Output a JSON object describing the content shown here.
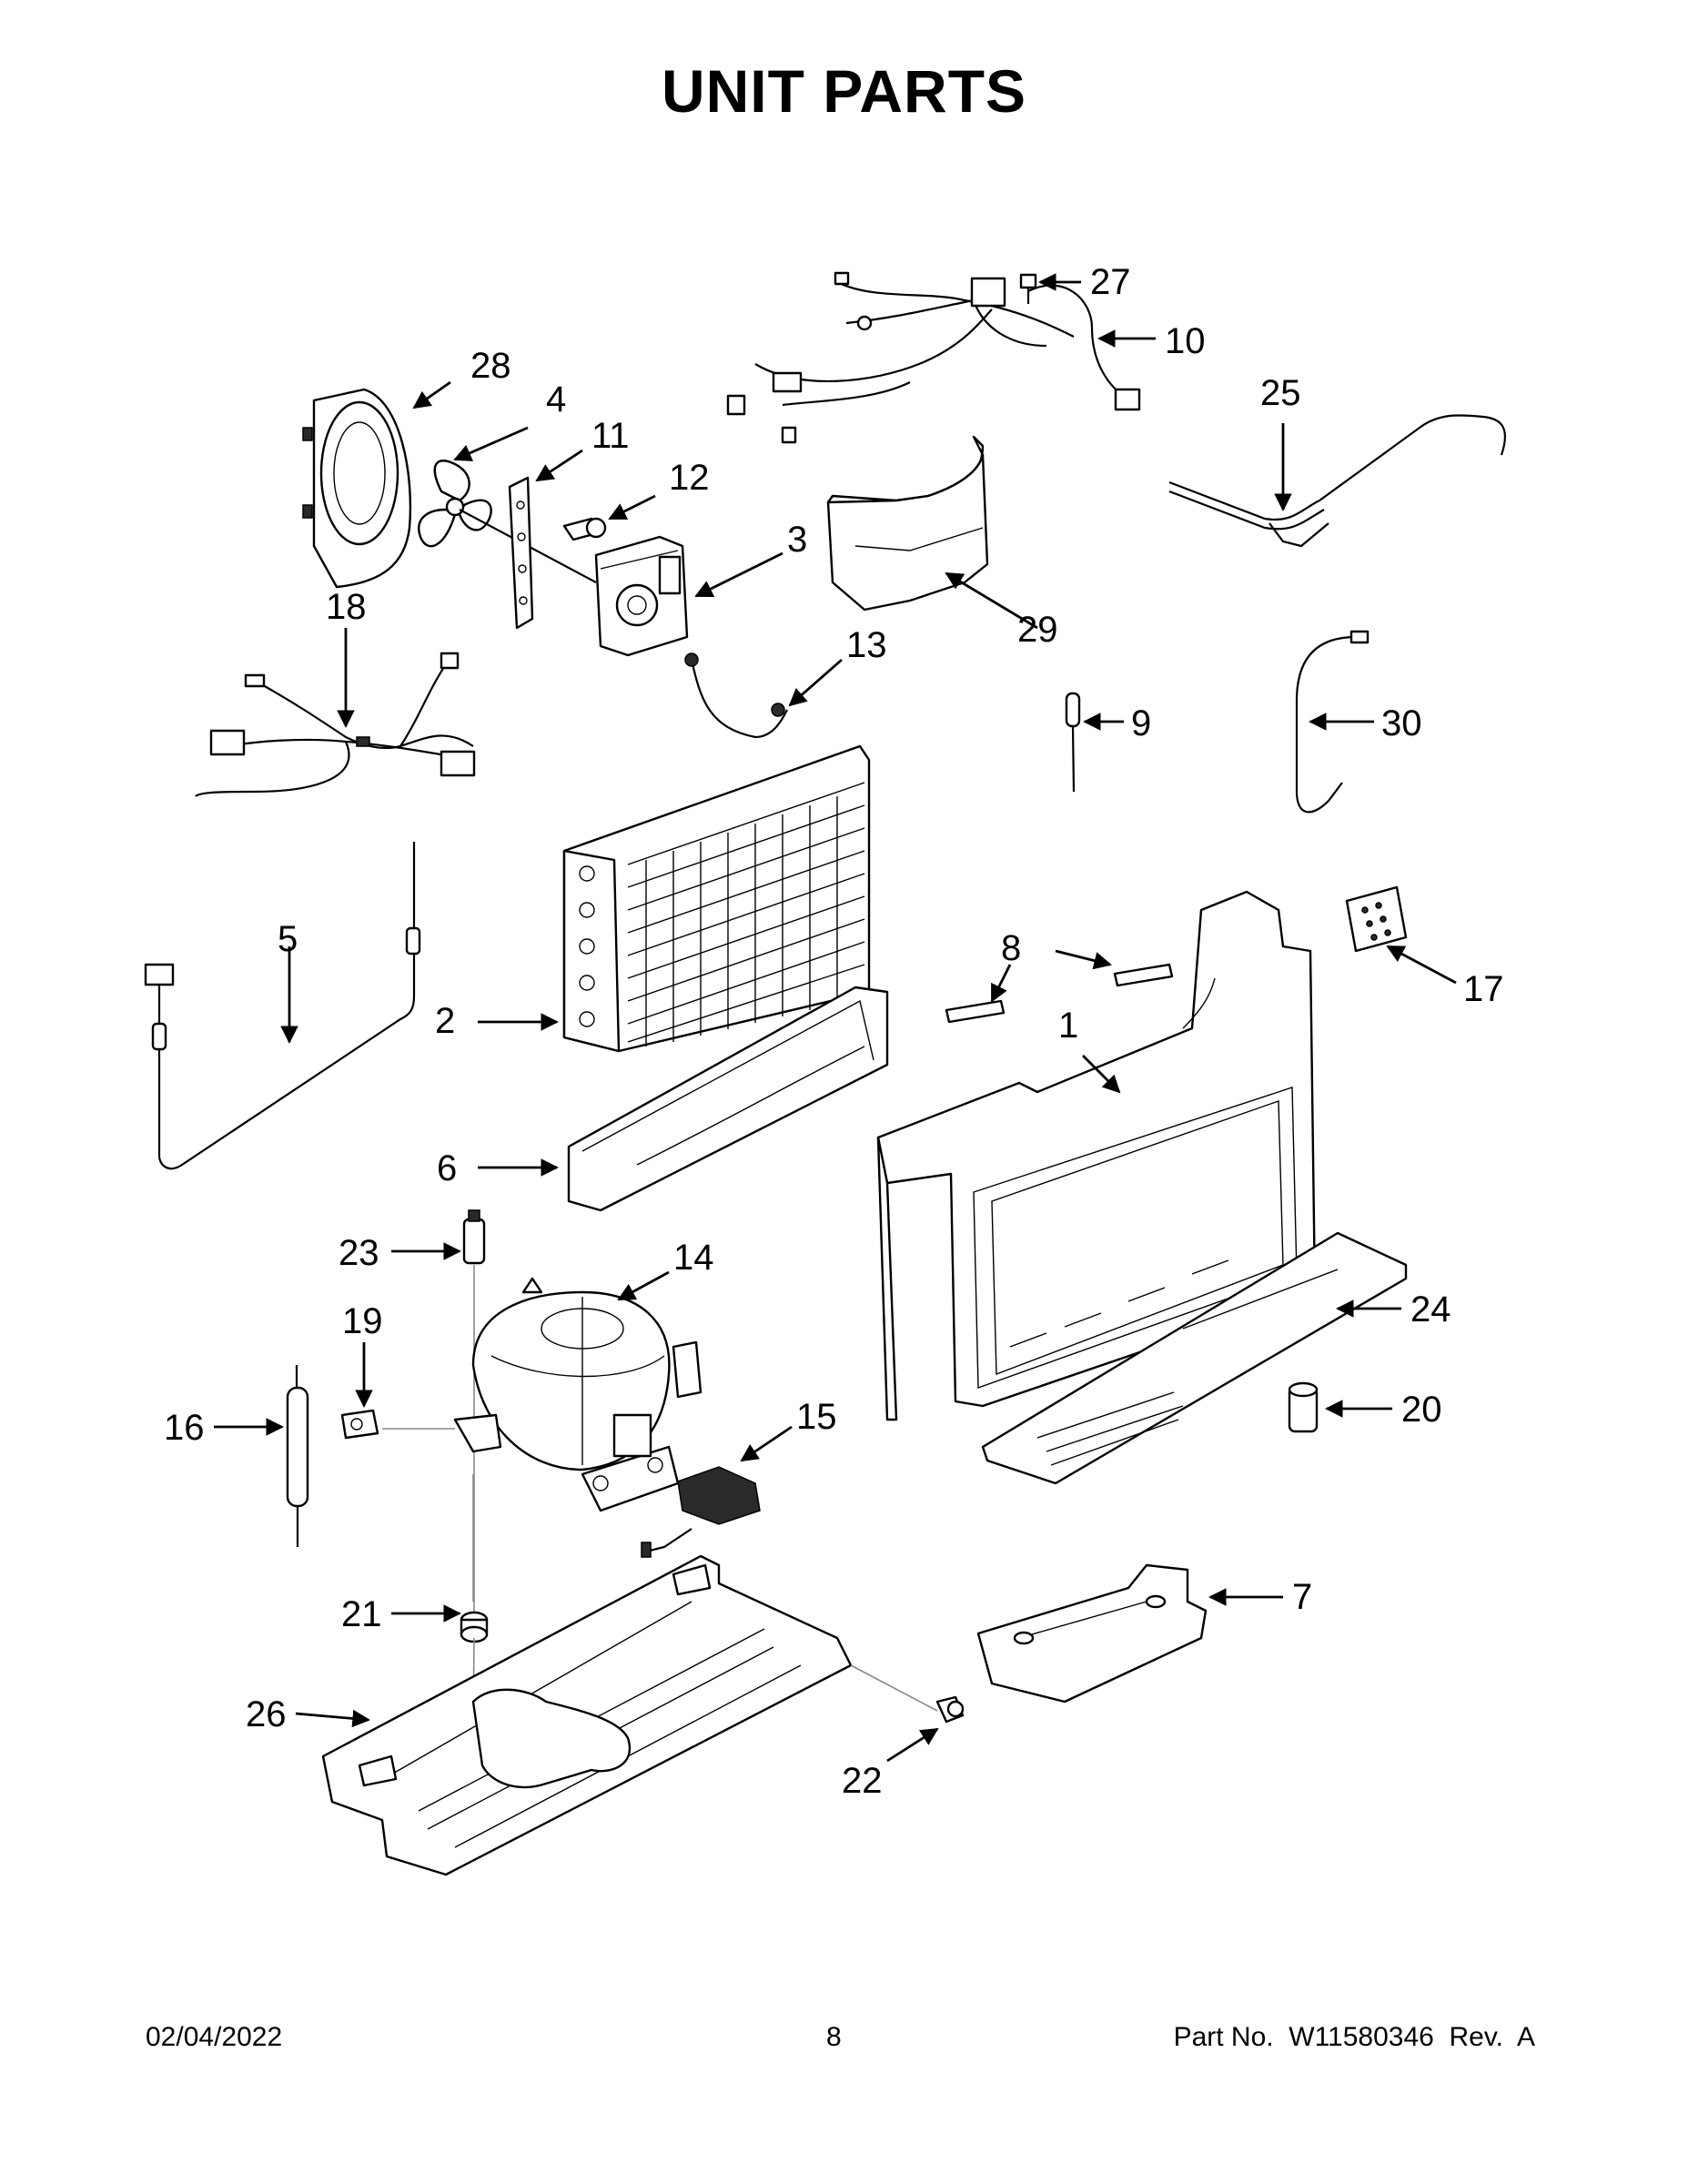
{
  "page": {
    "title": "UNIT PARTS",
    "footer": {
      "date": "02/04/2022",
      "page_number": "8",
      "part_no": "Part No.  W11580346  Rev.  A"
    }
  },
  "callouts": [
    "1",
    "2",
    "3",
    "4",
    "5",
    "6",
    "7",
    "8",
    "9",
    "10",
    "11",
    "12",
    "13",
    "14",
    "15",
    "16",
    "17",
    "18",
    "19",
    "20",
    "21",
    "22",
    "23",
    "24",
    "25",
    "26",
    "27",
    "28",
    "29",
    "30"
  ]
}
